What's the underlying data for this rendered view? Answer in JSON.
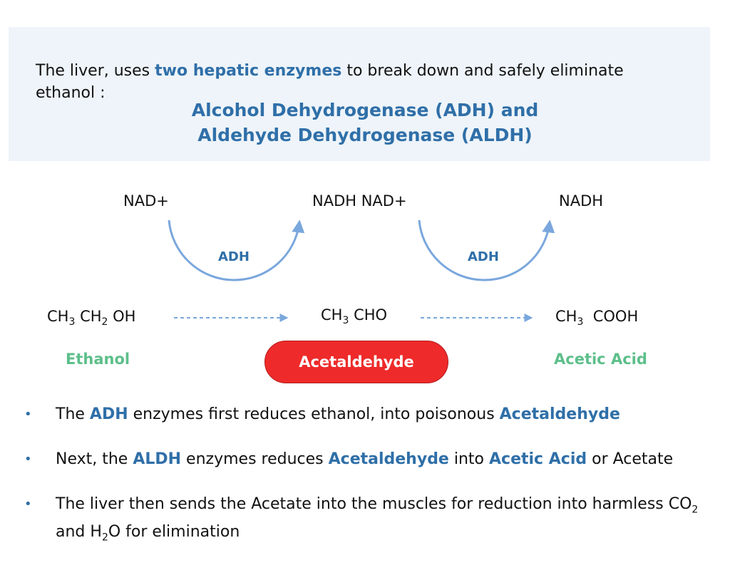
{
  "intro": {
    "text_before": "The liver, uses ",
    "highlight": "two hepatic enzymes",
    "text_after": " to break down and safely eliminate ethanol :",
    "enzymes_line1": "Alcohol Dehydrogenase (ADH) and",
    "enzymes_line2": "Aldehyde Dehydrogenase (ALDH)"
  },
  "diagram": {
    "cofactors": {
      "nad1": "NAD+",
      "mid": "NADH NAD+",
      "nadh2": "NADH"
    },
    "enzyme_labels": [
      "ADH",
      "ADH"
    ],
    "formulas": {
      "ethanol": {
        "ch": "CH",
        "s1": "3",
        "ch2": " CH",
        "s2": "2",
        "oh": " OH"
      },
      "acetaldehyde": {
        "ch": "CH",
        "s1": "3",
        "rest": " CHO"
      },
      "acetic_acid": {
        "ch": "CH",
        "s1": "3",
        "rest": "  COOH"
      }
    },
    "names": {
      "ethanol": "Ethanol",
      "acetaldehyde": "Acetaldehyde",
      "acetic_acid": "Acetic Acid"
    },
    "colors": {
      "accent_blue": "#2f6fa8",
      "arrow_blue": "#7aa7dd",
      "green": "#5dbf8a",
      "badge_red": "#ee2a2a"
    }
  },
  "bullets": [
    {
      "p1": "The ",
      "h1": "ADH",
      "p2": " enzymes first reduces ethanol, into poisonous ",
      "h2": "Acetaldehyde"
    },
    {
      "p1": "Next, the ",
      "h1": "ALDH",
      "p2": " enzymes reduces ",
      "h2": "Acetaldehyde",
      "p3": " into ",
      "h3": "Acetic Acid",
      "p4": " or Acetate"
    },
    {
      "p1": "The liver then sends the Acetate into the muscles for reduction into harmless CO",
      "s1": "2",
      "p2": " and H",
      "s2": "2",
      "p3": "O for elimination"
    }
  ],
  "bullet_glyph": "•"
}
